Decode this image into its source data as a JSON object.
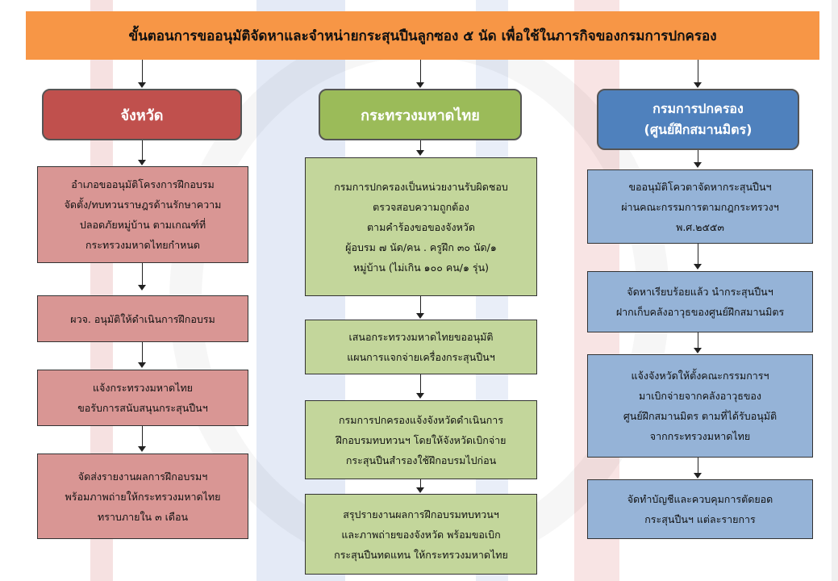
{
  "title": "ขั้นตอนการขออนุมัติจัดหาและจำหน่ายกระสุนปืนลูกซอง ๕ นัด เพื่อใช้ในภารกิจของกรมการปกครอง",
  "columns": {
    "province": {
      "header": "จังหวัด",
      "steps": [
        [
          "อำเภอขออนุมัติโครงการฝึกอบรม",
          "จัดตั้ง/ทบทวนราษฎรด้านรักษาความ",
          "ปลอดภัยหมู่บ้าน ตามเกณฑ์ที่",
          "กระทรวงมหาดไทยกำหนด"
        ],
        [
          "ผวจ. อนุมัติให้ดำเนินการฝึกอบรม"
        ],
        [
          "แจ้งกระทรวงมหาดไทย",
          "ขอรับการสนับสนุนกระสุนปืนฯ"
        ],
        [
          "จัดส่งรายงานผลการฝึกอบรมฯ",
          "พร้อมภาพถ่ายให้กระทรวงมหาดไทย",
          "ทราบภายใน ๓ เดือน"
        ]
      ]
    },
    "ministry": {
      "header": "กระทรวงมหาดไทย",
      "steps": [
        [
          "กรมการปกครองเป็นหน่วยงานรับผิดชอบ",
          "ตรวจสอบความถูกต้อง",
          "ตามคำร้องขอของจังหวัด",
          "ผู้อบรม ๗ นัด/คน . ครูฝึก ๓๐ นัด/๑",
          "หมู่บ้าน (ไม่เกิน ๑๐๐ คน/๑ รุ่น)"
        ],
        [
          "เสนอกระทรวงมหาดไทยขออนุมัติ",
          "แผนการแจกจ่ายเครื่องกระสุนปืนฯ"
        ],
        [
          "กรมการปกครองแจ้งจังหวัดดำเนินการ",
          "ฝึกอบรมทบทวนฯ โดยให้จังหวัดเบิกจ่าย",
          "กระสุนปืนสำรองใช้ฝึกอบรมไปก่อน"
        ],
        [
          "สรุปรายงานผลการฝึกอบรมทบทวนฯ",
          "และภาพถ่ายของจังหวัด พร้อมขอเบิก",
          "กระสุนปืนทดแทน ให้กระทรวงมหาดไทย"
        ]
      ]
    },
    "dopa": {
      "header_line1": "กรมการปกครอง",
      "header_line2": "(ศูนย์ฝึกสมานมิตร)",
      "steps": [
        [
          "ขออนุมัติโควตาจัดหากระสุนปืนฯ",
          "ผ่านคณะกรรมการตามกฎกระทรวงฯ",
          "พ.ศ.๒๕๕๓"
        ],
        [
          "จัดหาเรียบร้อยแล้ว นำกระสุนปืนฯ",
          "ฝากเก็บคลังอาวุธของศูนย์ฝึกสมานมิตร"
        ],
        [
          "แจ้งจังหวัดให้ตั้งคณะกรรมการฯ",
          "มาเบิกจ่ายจากคลังอาวุธของ",
          "ศูนย์ฝึกสมานมิตร ตามที่ได้รับอนุมัติ",
          "จากกระทรวงมหาดไทย"
        ],
        [
          "จัดทำบัญชีและควบคุมการตัดยอด",
          "กระสุนปืนฯ แต่ละรายการ"
        ]
      ]
    }
  }
}
